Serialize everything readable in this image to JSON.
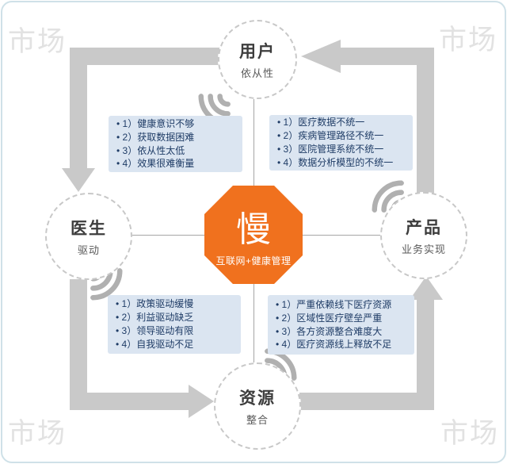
{
  "watermark": "市场",
  "center": {
    "title": "慢",
    "subtitle": "互联网+健康管理"
  },
  "nodes": {
    "user": {
      "label": "用户",
      "sublabel": "依从性"
    },
    "doctor": {
      "label": "医生",
      "sublabel": "驱动"
    },
    "product": {
      "label": "产品",
      "sublabel": "业务实现"
    },
    "resource": {
      "label": "资源",
      "sublabel": "整合"
    }
  },
  "boxes": {
    "user_issues": {
      "items": [
        "• 1）健康意识不够",
        "• 2）获取数据困难",
        "• 3）依从性太低",
        "• 4）效果很难衡量"
      ]
    },
    "product_issues": {
      "items": [
        "• 1）医疗数据不统一",
        "• 2）疾病管理路径不统一",
        "• 3）医院管理系统不统一",
        "• 4）数据分析模型的不统一"
      ]
    },
    "doctor_issues": {
      "items": [
        "• 1）政策驱动缓慢",
        "• 2）利益驱动缺乏",
        "• 3）领导驱动有限",
        "• 4）自我驱动不足"
      ]
    },
    "resource_issues": {
      "items": [
        "• 1）严重依赖线下医疗资源",
        "• 2）区域性医疗壁垒严重",
        "• 3）各方资源整合难度大",
        "• 4）医疗资源线上释放不足"
      ]
    }
  },
  "icons": {
    "wifi": "wifi-signal"
  },
  "colors": {
    "accent_orange": "#f0711e",
    "box_background": "#dbe5f1",
    "box_text": "#1f3c66",
    "arrow_gray": "#c9c9c9",
    "wifi_gray": "#b0b0b0",
    "watermark_gray": "#e2e2e2"
  }
}
